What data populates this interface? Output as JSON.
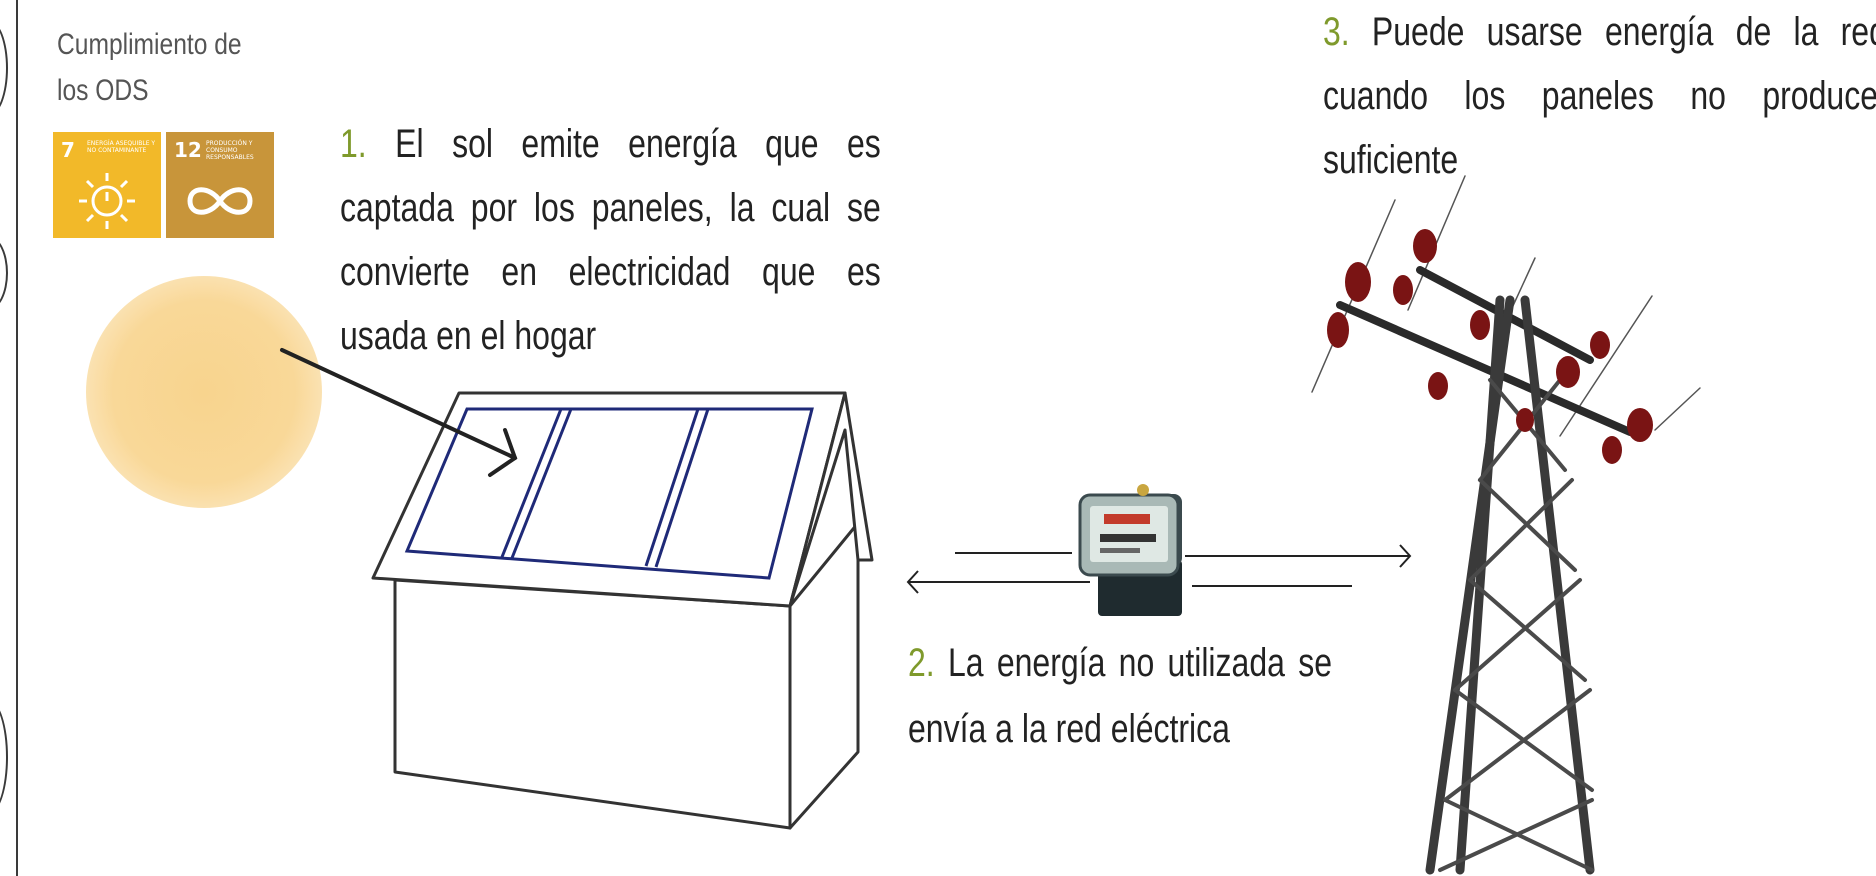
{
  "ods": {
    "title": "Cumplimiento de los ODS",
    "goals": [
      {
        "number": "7",
        "label": "ENERGÍA ASEQUIBLE Y NO CONTAMINANTE",
        "color": "#f2b929",
        "icon": "sun-power-icon"
      },
      {
        "number": "12",
        "label": "PRODUCCIÓN Y CONSUMO RESPONSABLES",
        "color": "#c8953a",
        "icon": "infinity-icon"
      }
    ]
  },
  "steps": [
    {
      "number": "1.",
      "text": " El sol emite energía que es captada por los paneles, la cual se convierte en electricidad que es usada en el hogar"
    },
    {
      "number": "2.",
      "text": " La energía no utilizada se envía a la red eléctrica"
    },
    {
      "number": "3.",
      "text": " Puede usarse energía de la red, cuando los paneles no producen suficiente"
    }
  ],
  "colors": {
    "step_number": "#7f9a2c",
    "panel_frame": "#1f2a78",
    "sun": "#f8d48e",
    "insulator": "#7a1414"
  },
  "illustrations": [
    "sun-icon",
    "house-with-solar-panels-icon",
    "electricity-meter-icon",
    "power-transmission-tower-icon"
  ]
}
